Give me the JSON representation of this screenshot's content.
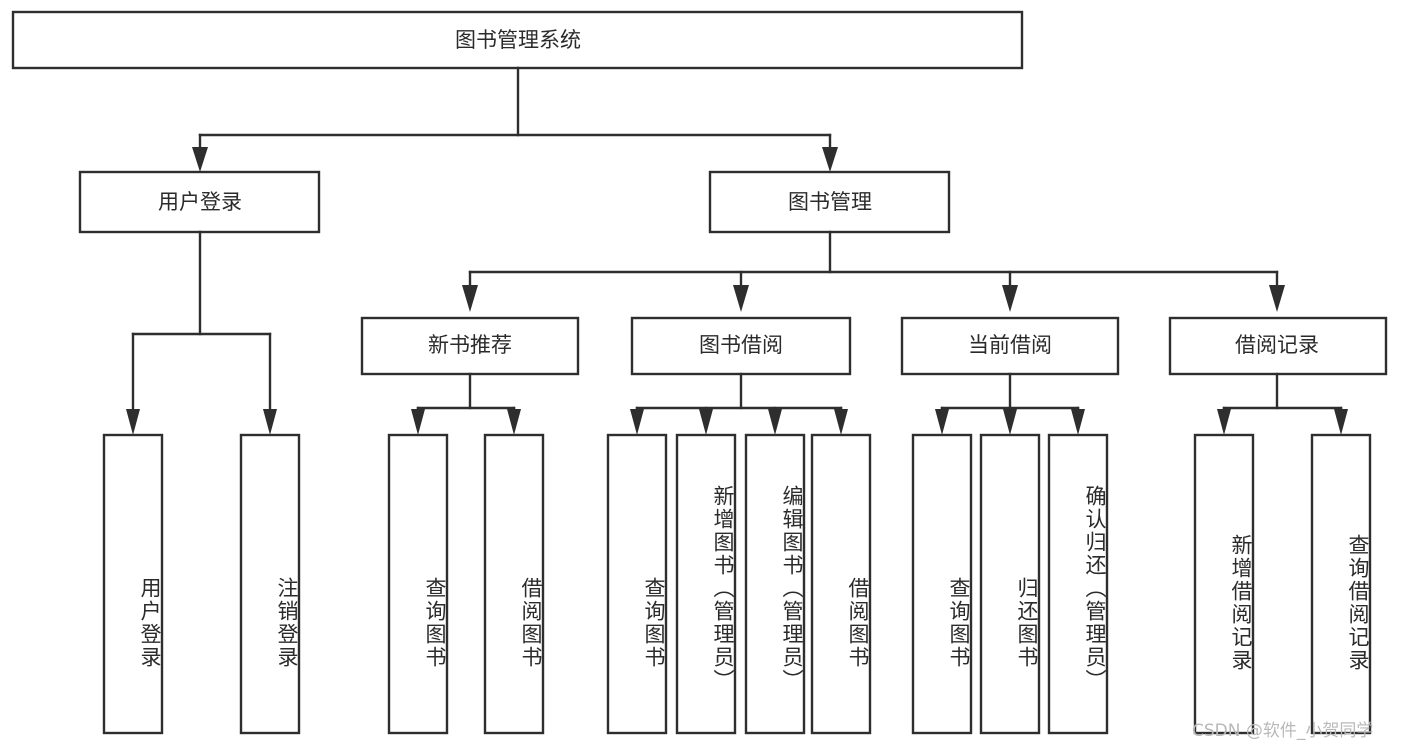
{
  "diagram": {
    "title": "图书管理系统",
    "watermark": "CSDN @软件_小贺同学",
    "colors": {
      "stroke": "#2e2e2e",
      "fill": "#ffffff",
      "text": "#2b2b2b",
      "watermark": "#b9b9b9"
    },
    "levels": {
      "root": {
        "label": "图书管理系统"
      },
      "level2": [
        {
          "label": "用户登录"
        },
        {
          "label": "图书管理"
        }
      ],
      "level3": [
        {
          "label": "新书推荐"
        },
        {
          "label": "图书借阅"
        },
        {
          "label": "当前借阅"
        },
        {
          "label": "借阅记录"
        }
      ],
      "leaves": {
        "user_login": [
          {
            "label": "用户登录"
          },
          {
            "label": "注销登录"
          }
        ],
        "new_book_recommend": [
          {
            "label": "查询图书"
          },
          {
            "label": "借阅图书"
          }
        ],
        "book_borrow": [
          {
            "label": "查询图书"
          },
          {
            "label": "新增图书（管理员）"
          },
          {
            "label": "编辑图书（管理员）"
          },
          {
            "label": "借阅图书"
          }
        ],
        "current_borrow": [
          {
            "label": "查询图书"
          },
          {
            "label": "归还图书"
          },
          {
            "label": "确认归还（管理员）"
          }
        ],
        "borrow_record": [
          {
            "label": "新增借阅记录"
          },
          {
            "label": "查询借阅记录"
          }
        ]
      }
    }
  }
}
